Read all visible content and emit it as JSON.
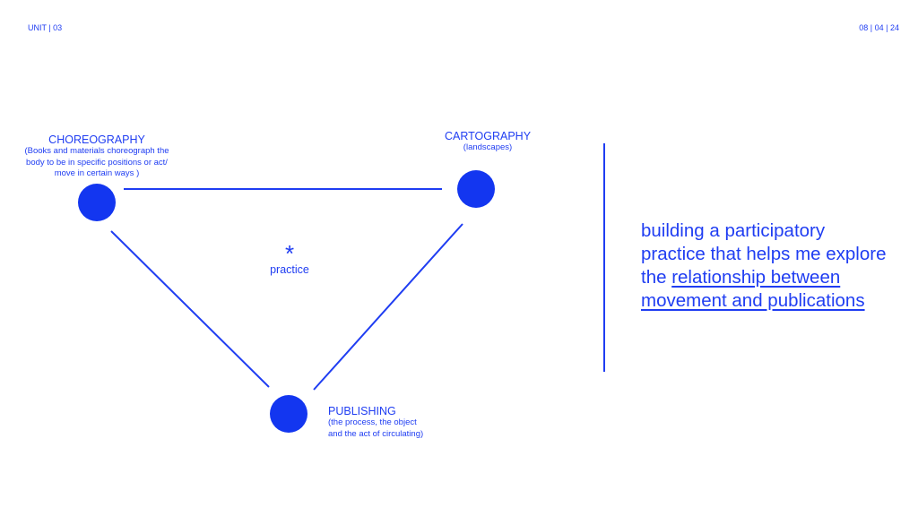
{
  "header": {
    "unit": "UNIT | 03",
    "date": "08 | 04 | 24"
  },
  "diagram": {
    "center": {
      "symbol": "*",
      "label": "practice"
    },
    "nodes": [
      {
        "title": "CHOREOGRAPHY",
        "description": [
          "(Books and materials choreograph the",
          "body to be in specific positions or act/",
          "move in certain ways )"
        ]
      },
      {
        "title": "CARTOGRAPHY",
        "description": [
          "(landscapes)"
        ]
      },
      {
        "title": "PUBLISHING",
        "description": [
          "(the process, the object",
          "and the act of circulating)"
        ]
      }
    ]
  },
  "statement": {
    "plain": [
      "building a participatory",
      "practice that helps me explore",
      "the "
    ],
    "underlined": [
      "relationship between",
      "movement and publications"
    ]
  },
  "colors": {
    "accent": "#1f3df2",
    "node": "#1336f0"
  }
}
